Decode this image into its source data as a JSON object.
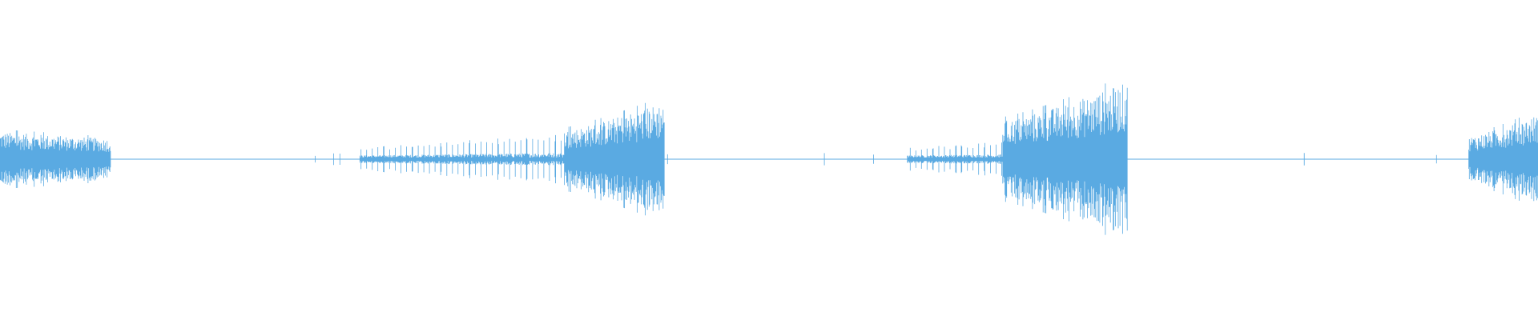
{
  "waveform": {
    "color": "#5aaae2",
    "background": "#ffffff",
    "segments": [
      {
        "start": 0.0,
        "end": 0.072,
        "shape": "dense-decay",
        "amplitude": 0.17,
        "sparse_amplitude": 0.17
      },
      {
        "start": 0.234,
        "end": 0.367,
        "shape": "sparse-ramp",
        "amplitude": 0.28,
        "sparse_amplitude": 0.16
      },
      {
        "start": 0.367,
        "end": 0.432,
        "shape": "dense-ramp",
        "amplitude": 0.36,
        "sparse_amplitude": 0.18
      },
      {
        "start": 0.59,
        "end": 0.733,
        "shape": "sparse-ramp",
        "amplitude": 0.3,
        "sparse_amplitude": 0.16
      },
      {
        "start": 0.652,
        "end": 0.733,
        "shape": "dense-ramp",
        "amplitude": 0.48,
        "sparse_amplitude": 0.2
      },
      {
        "start": 0.955,
        "end": 1.0,
        "shape": "dense-ramp",
        "amplitude": 0.28,
        "sparse_amplitude": 0.12
      }
    ],
    "isolated_spikes": [
      0.205,
      0.217,
      0.221,
      0.434,
      0.536,
      0.568,
      0.848,
      0.934
    ]
  }
}
